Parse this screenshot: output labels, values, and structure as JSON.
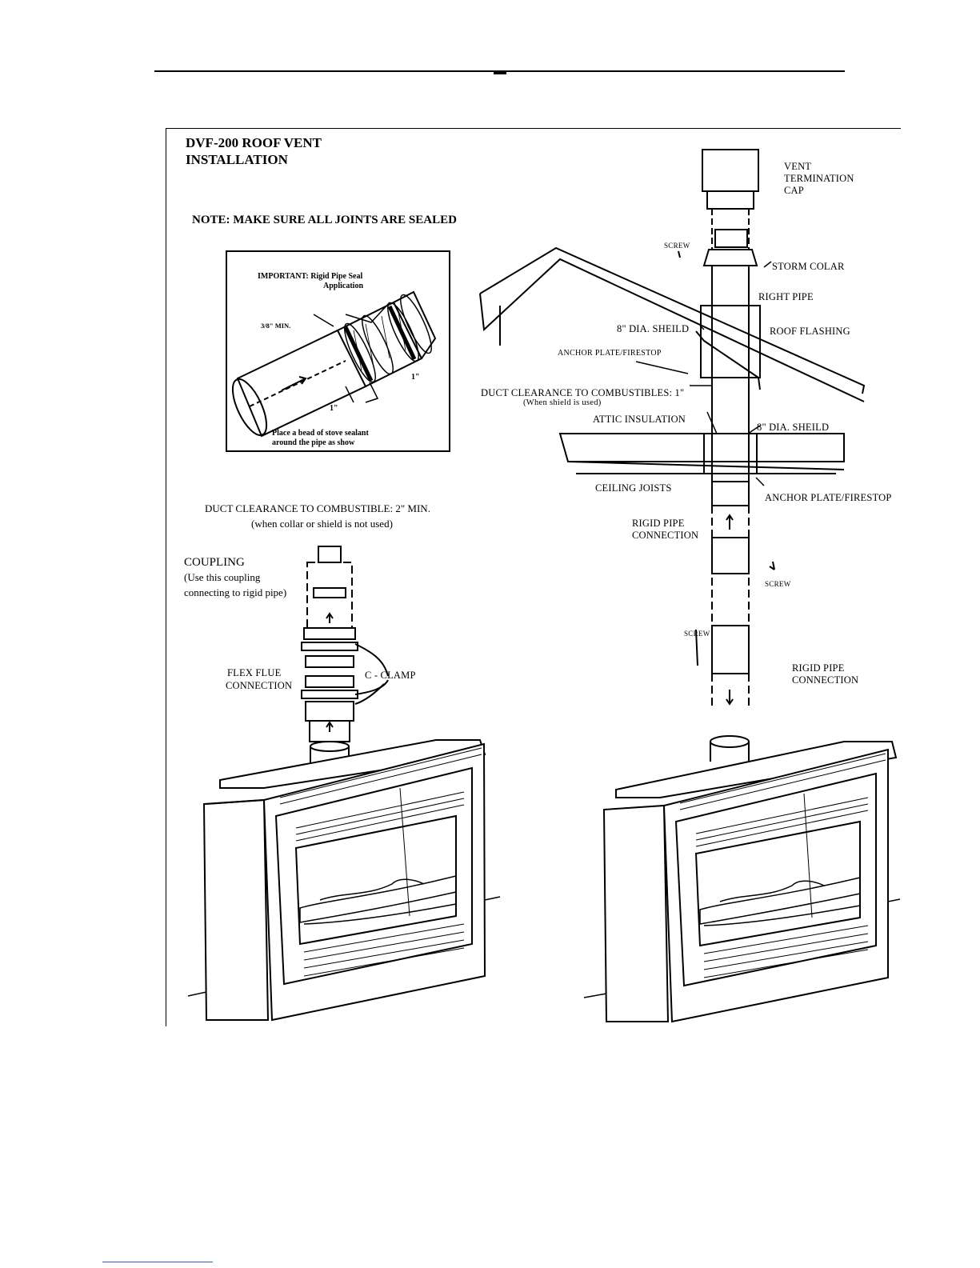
{
  "title": {
    "line1": "DVF-200 ROOF VENT",
    "line2": "INSTALLATION"
  },
  "note": "NOTE: MAKE SURE ALL JOINTS ARE SEALED",
  "detail": {
    "important_line1": "IMPORTANT: Rigid Pipe Seal",
    "important_line2": "Application",
    "min_label": "3/8\" MIN.",
    "dim1": "1\"",
    "dim2": "1\"",
    "caption_line1": "Place a bead of stove sealant",
    "caption_line2": "around the pipe as show"
  },
  "left_diagram": {
    "clearance_line1": "DUCT CLEARANCE TO COMBUSTIBLE: 2\" MIN.",
    "clearance_line2": "(when collar or shield is not used)",
    "coupling_line1": "COUPLING",
    "coupling_line2": "(Use this coupling",
    "coupling_line3": "connecting to rigid pipe)",
    "flex_line1": "FLEX FLUE",
    "flex_line2": "CONNECTION",
    "c_clamp": "C - CLAMP"
  },
  "right_diagram": {
    "vent_cap_line1": "VENT",
    "vent_cap_line2": "TERMINATION",
    "vent_cap_line3": "CAP",
    "screw_top": "SCREW",
    "storm_collar": "STORM COLAR",
    "right_pipe": "RIGHT PIPE",
    "roof_flashing": "ROOF FLASHING",
    "shield_upper": "8\" DIA. SHEILD",
    "anchor_upper": "ANCHOR PLATE/FIRESTOP",
    "duct_clearance_line1": "DUCT CLEARANCE TO COMBUSTIBLES: 1\"",
    "duct_clearance_line2": "(When shield is used)",
    "attic_insulation": "ATTIC INSULATION",
    "shield_lower": "8\" DIA. SHEILD",
    "ceiling_joists": "CEILING JOISTS",
    "anchor_lower": "ANCHOR PLATE/FIRESTOP",
    "rigid_conn_1_line1": "RIGID PIPE",
    "rigid_conn_1_line2": "CONNECTION",
    "screw_mid": "SCREW",
    "screw_low": "SCREW",
    "rigid_conn_2_line1": "RIGID PIPE",
    "rigid_conn_2_line2": "CONNECTION"
  }
}
